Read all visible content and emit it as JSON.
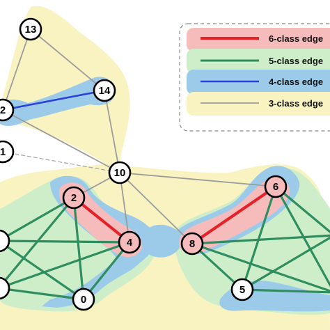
{
  "colors": {
    "region_3": "#f9f3c2",
    "region_5": "#cdeec9",
    "region_4": "#9ccbe9",
    "region_6": "#f6bcbc",
    "edge_6": "#e3232a",
    "edge_5": "#2f8d5f",
    "edge_4": "#2c3fd8",
    "edge_3": "#9b9b9b",
    "node_fill_white": "#ffffff",
    "node_fill_pink": "#f6bcbc"
  },
  "legend": [
    {
      "label": "6-class edge",
      "class": "6"
    },
    {
      "label": "5-class edge",
      "class": "5"
    },
    {
      "label": "4-class edge",
      "class": "4"
    },
    {
      "label": "3-class edge",
      "class": "3"
    }
  ],
  "nodes": [
    {
      "id": "13",
      "label": "13",
      "fill": "white"
    },
    {
      "id": "14",
      "label": "14",
      "fill": "white"
    },
    {
      "id": "12",
      "label": "2",
      "fill": "white"
    },
    {
      "id": "11",
      "label": "1",
      "fill": "white"
    },
    {
      "id": "10",
      "label": "10",
      "fill": "white"
    },
    {
      "id": "2",
      "label": "2",
      "fill": "pink"
    },
    {
      "id": "4",
      "label": "4",
      "fill": "pink"
    },
    {
      "id": "0",
      "label": "0",
      "fill": "white"
    },
    {
      "id": "8",
      "label": "8",
      "fill": "pink"
    },
    {
      "id": "6",
      "label": "6",
      "fill": "pink"
    },
    {
      "id": "5",
      "label": "5",
      "fill": "white"
    },
    {
      "id": "L1",
      "label": "",
      "fill": "white"
    },
    {
      "id": "L3",
      "label": "",
      "fill": "white"
    }
  ],
  "edges": [
    {
      "from": "13",
      "to": "14",
      "class": "3"
    },
    {
      "from": "13",
      "to": "12",
      "class": "3"
    },
    {
      "from": "12",
      "to": "14",
      "class": "4"
    },
    {
      "from": "14",
      "to": "10",
      "class": "3"
    },
    {
      "from": "12",
      "to": "10",
      "class": "3"
    },
    {
      "from": "10",
      "to": "2",
      "class": "3"
    },
    {
      "from": "10",
      "to": "4",
      "class": "3"
    },
    {
      "from": "10",
      "to": "8",
      "class": "3"
    },
    {
      "from": "10",
      "to": "6",
      "class": "3"
    },
    {
      "from": "11",
      "to": "10",
      "class": "dashed"
    },
    {
      "from": "2",
      "to": "4",
      "class": "6"
    },
    {
      "from": "2",
      "to": "L1",
      "class": "5"
    },
    {
      "from": "2",
      "to": "L3",
      "class": "5"
    },
    {
      "from": "2",
      "to": "0",
      "class": "5"
    },
    {
      "from": "4",
      "to": "L1",
      "class": "5"
    },
    {
      "from": "4",
      "to": "L3",
      "class": "5"
    },
    {
      "from": "4",
      "to": "0",
      "class": "5"
    },
    {
      "from": "0",
      "to": "L3",
      "class": "5"
    },
    {
      "from": "0",
      "to": "L1",
      "class": "5"
    },
    {
      "from": "L1",
      "to": "L3",
      "class": "5"
    },
    {
      "from": "8",
      "to": "6",
      "class": "6"
    },
    {
      "from": "8",
      "to": "5",
      "class": "5"
    },
    {
      "from": "8",
      "to": "R1",
      "class": "5"
    },
    {
      "from": "8",
      "to": "R2",
      "class": "5"
    },
    {
      "from": "6",
      "to": "5",
      "class": "5"
    },
    {
      "from": "6",
      "to": "R1",
      "class": "5"
    },
    {
      "from": "6",
      "to": "R2",
      "class": "5"
    },
    {
      "from": "5",
      "to": "R1",
      "class": "5"
    },
    {
      "from": "5",
      "to": "R2",
      "class": "5"
    }
  ]
}
